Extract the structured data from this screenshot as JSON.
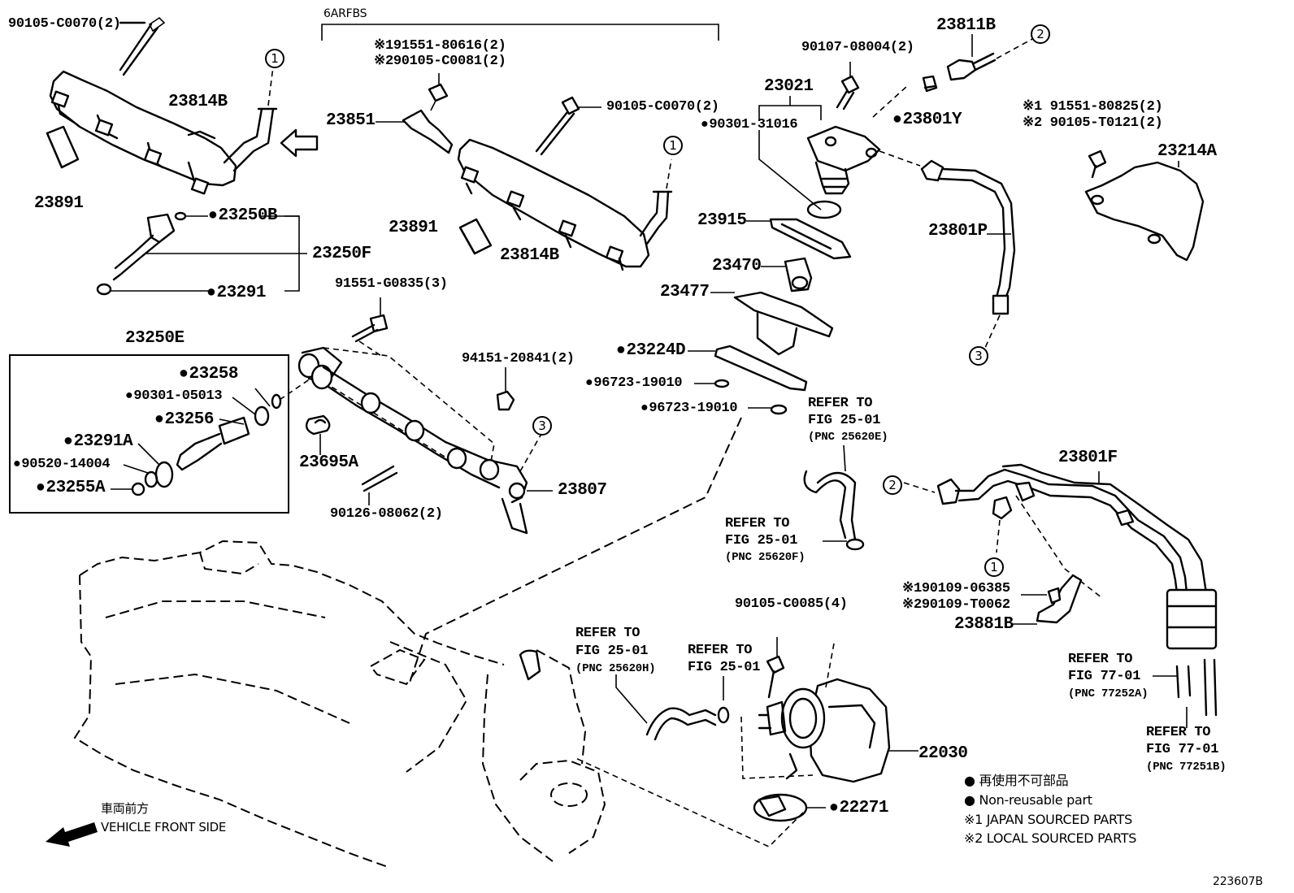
{
  "parts": [
    {
      "id": "p1",
      "text": "90105-C0070(2)",
      "size": "md"
    },
    {
      "id": "p2",
      "text": "6ARFBS",
      "size": "sm",
      "sans": true
    },
    {
      "id": "p3",
      "text": "※191551-80616(2)",
      "size": "md"
    },
    {
      "id": "p4",
      "text": "※290105-C0081(2)",
      "size": "md"
    },
    {
      "id": "p5",
      "text": "90107-08004(2)",
      "size": "md"
    },
    {
      "id": "p6",
      "text": "23811B",
      "size": "lg"
    },
    {
      "id": "p7",
      "text": "23814B",
      "size": "lg"
    },
    {
      "id": "p8",
      "text": "23851",
      "size": "lg"
    },
    {
      "id": "p9",
      "text": "90105-C0070(2)",
      "size": "md"
    },
    {
      "id": "p10",
      "text": "23021",
      "size": "lg"
    },
    {
      "id": "p11",
      "text": "90301-31016",
      "size": "md",
      "dot": true
    },
    {
      "id": "p12",
      "text": "23801Y",
      "size": "lg",
      "dot": true
    },
    {
      "id": "p13",
      "text": "※1 91551-80825(2)",
      "size": "md"
    },
    {
      "id": "p14",
      "text": "※2 90105-T0121(2)",
      "size": "md"
    },
    {
      "id": "p15",
      "text": "23214A",
      "size": "lg"
    },
    {
      "id": "p16",
      "text": "23891",
      "size": "lg"
    },
    {
      "id": "p17",
      "text": "23250B",
      "size": "lg",
      "dot": true
    },
    {
      "id": "p18",
      "text": "23891",
      "size": "lg"
    },
    {
      "id": "p19",
      "text": "23915",
      "size": "lg"
    },
    {
      "id": "p20",
      "text": "23801P",
      "size": "lg"
    },
    {
      "id": "p21",
      "text": "23250F",
      "size": "lg"
    },
    {
      "id": "p22",
      "text": "23814B",
      "size": "lg"
    },
    {
      "id": "p23",
      "text": "23470",
      "size": "lg"
    },
    {
      "id": "p24",
      "text": "91551-G0835(3)",
      "size": "md"
    },
    {
      "id": "p25",
      "text": "23291",
      "size": "lg",
      "dot": true
    },
    {
      "id": "p26",
      "text": "23477",
      "size": "lg"
    },
    {
      "id": "p27",
      "text": "23250E",
      "size": "lg"
    },
    {
      "id": "p28",
      "text": "23224D",
      "size": "lg",
      "dot": true
    },
    {
      "id": "p29",
      "text": "94151-20841(2)",
      "size": "md"
    },
    {
      "id": "p30",
      "text": "23258",
      "size": "lg",
      "dot": true
    },
    {
      "id": "p31",
      "text": "96723-19010",
      "size": "md",
      "dot": true
    },
    {
      "id": "p32",
      "text": "90301-05013",
      "size": "md",
      "dot": true
    },
    {
      "id": "p33",
      "text": "96723-19010",
      "size": "md",
      "dot": true
    },
    {
      "id": "p34",
      "text": "REFER TO",
      "size": "md"
    },
    {
      "id": "p35",
      "text": "23256",
      "size": "lg",
      "dot": true
    },
    {
      "id": "p36",
      "text": "FIG 25-01",
      "size": "md"
    },
    {
      "id": "p37",
      "text": "(PNC 25620E)",
      "size": "sm"
    },
    {
      "id": "p38",
      "text": "23291A",
      "size": "lg",
      "dot": true
    },
    {
      "id": "p39",
      "text": "23695A",
      "size": "lg"
    },
    {
      "id": "p40",
      "text": "23801F",
      "size": "lg"
    },
    {
      "id": "p41",
      "text": "90520-14004",
      "size": "md",
      "dot": true
    },
    {
      "id": "p42",
      "text": "23255A",
      "size": "lg",
      "dot": true
    },
    {
      "id": "p43",
      "text": "23807",
      "size": "lg"
    },
    {
      "id": "p44",
      "text": "90126-08062(2)",
      "size": "md"
    },
    {
      "id": "p45",
      "text": "REFER TO",
      "size": "md"
    },
    {
      "id": "p46",
      "text": "FIG 25-01",
      "size": "md"
    },
    {
      "id": "p47",
      "text": "(PNC 25620F)",
      "size": "sm"
    },
    {
      "id": "p48",
      "text": "※190109-06385",
      "size": "md"
    },
    {
      "id": "p49",
      "text": "90105-C0085(4)",
      "size": "md"
    },
    {
      "id": "p50",
      "text": "※290109-T0062",
      "size": "md"
    },
    {
      "id": "p51",
      "text": "23881B",
      "size": "lg"
    },
    {
      "id": "p52",
      "text": "REFER TO",
      "size": "md"
    },
    {
      "id": "p53",
      "text": "REFER TO",
      "size": "md"
    },
    {
      "id": "p54",
      "text": "FIG 25-01",
      "size": "md"
    },
    {
      "id": "p55",
      "text": "FIG 25-01",
      "size": "md"
    },
    {
      "id": "p56",
      "text": "(PNC 25620H)",
      "size": "sm"
    },
    {
      "id": "p57",
      "text": "REFER TO",
      "size": "md"
    },
    {
      "id": "p58",
      "text": "FIG 77-01",
      "size": "md"
    },
    {
      "id": "p59",
      "text": "(PNC 77252A)",
      "size": "sm"
    },
    {
      "id": "p60",
      "text": "22030",
      "size": "lg"
    },
    {
      "id": "p61",
      "text": "REFER TO",
      "size": "md"
    },
    {
      "id": "p62",
      "text": "FIG 77-01",
      "size": "md"
    },
    {
      "id": "p63",
      "text": "(PNC 77251B)",
      "size": "sm"
    },
    {
      "id": "p64",
      "text": "22271",
      "size": "lg",
      "dot": true
    }
  ],
  "connectors": [
    {
      "id": "c1",
      "text": "1"
    },
    {
      "id": "c2",
      "text": "1"
    },
    {
      "id": "c3",
      "text": "2"
    },
    {
      "id": "c4",
      "text": "3"
    },
    {
      "id": "c5",
      "text": "3"
    },
    {
      "id": "c6",
      "text": "2"
    },
    {
      "id": "c7",
      "text": "1"
    }
  ],
  "legend": {
    "jp": "再使用不可部品",
    "nonreusable": "Non-reusable part",
    "japan": "※1 JAPAN SOURCED PARTS",
    "local": "※2 LOCAL SOURCED PARTS"
  },
  "front": {
    "jp": "車両前方",
    "en": "VEHICLE FRONT SIDE"
  },
  "figure_id": "223607B"
}
